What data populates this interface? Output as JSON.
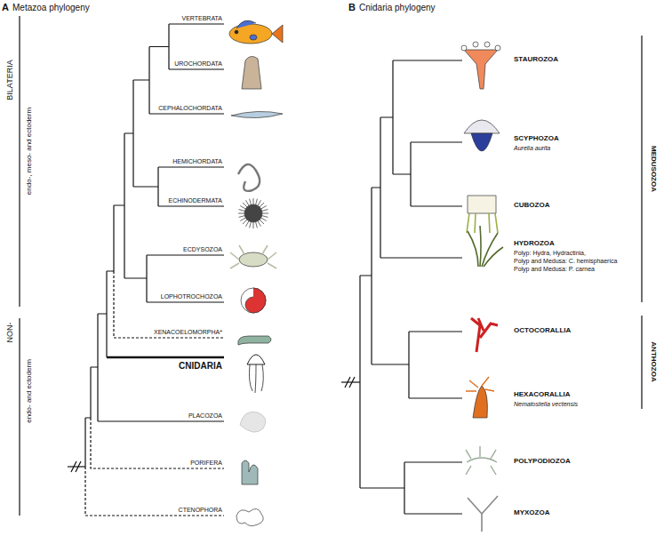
{
  "diagram": {
    "labels": [
      "A",
      "Metazoa phylogeny",
      "BILATERIA",
      "endo-, meso- and ectoderm",
      "NON-",
      "endo- and ectoderm",
      "VERTEBRATA",
      "UROCHORDATA",
      "CEPHALOCHORDATA",
      "HEMICHORDATA",
      "ECHINODERMATA",
      "ECDYSOZOA",
      "LOPHOTROCHOZOA",
      "XENACOELOMORPHA*",
      "CNIDARIA",
      "PLACOZOA",
      "PORIFERA",
      "CTENOPHORA",
      "B",
      "Cnidaria phylogeny",
      "STAUROZOA",
      "SCYPHOZOA",
      "Aurelia aurita",
      "CUBOZOA",
      "HYDROZOA",
      "Polyp: Hydra, Hydractinia,",
      "Polyp and Medusa: C. hemisphaerica",
      "Polyp and Medusa: P. carnea",
      "MEDUSOZOA",
      "OCTOCORALLIA",
      "HEXACORALLIA",
      "Nematostella vectensis",
      "ANTHOZOA",
      "POLYPODIOZOA",
      "MYXOZOA"
    ]
  }
}
